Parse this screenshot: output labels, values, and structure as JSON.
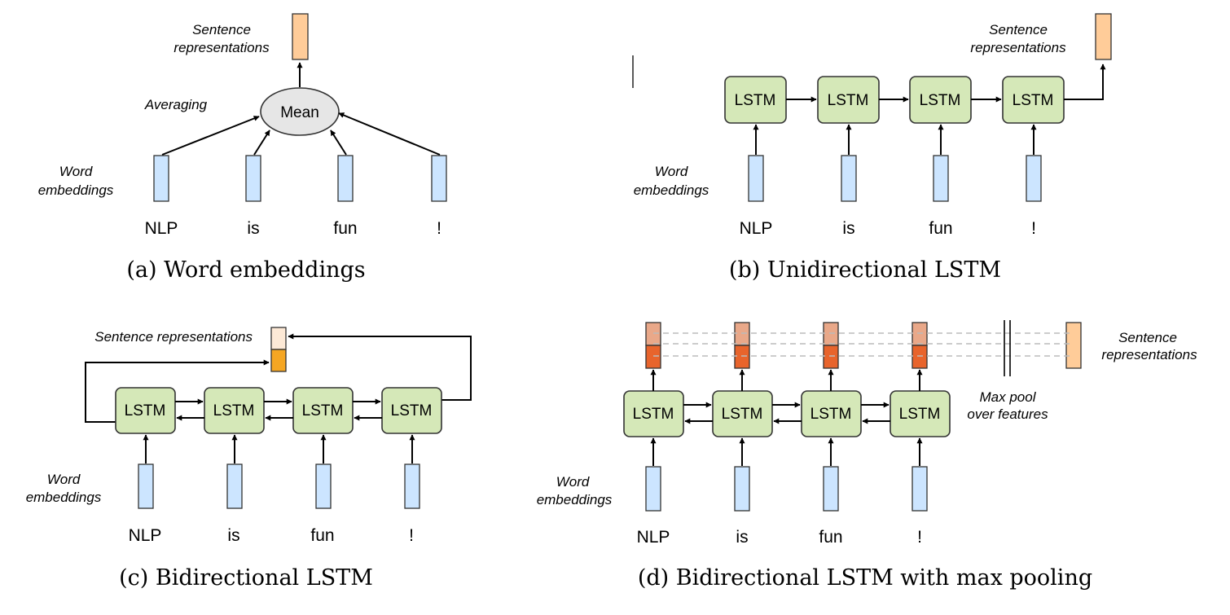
{
  "colors": {
    "lstm_fill": "#d5e8b8",
    "embedding_fill": "#cce5ff",
    "sentence_rep_fill": "#ffcc99",
    "mean_fill": "#e6e6e6",
    "bi_top_fill": "#fde9d6",
    "bi_bottom_fill": "#f5a623",
    "maxpool_top_fill": "#e9a889",
    "maxpool_bottom_fill": "#e8642c"
  },
  "words": [
    "NLP",
    "is",
    "fun",
    "!"
  ],
  "panel_a": {
    "sentence_label_1": "Sentence",
    "sentence_label_2": "representations",
    "averaging_label": "Averaging",
    "mean_label": "Mean",
    "embeddings_label_1": "Word",
    "embeddings_label_2": "embeddings",
    "caption": "(a) Word embeddings"
  },
  "panel_b": {
    "sentence_label_1": "Sentence",
    "sentence_label_2": "representations",
    "lstm_label": "LSTM",
    "embeddings_label_1": "Word",
    "embeddings_label_2": "embeddings",
    "caption": "(b) Unidirectional LSTM"
  },
  "panel_c": {
    "sentence_label": "Sentence representations",
    "lstm_label": "LSTM",
    "embeddings_label_1": "Word",
    "embeddings_label_2": "embeddings",
    "caption": "(c) Bidirectional LSTM"
  },
  "panel_d": {
    "sentence_label_1": "Sentence",
    "sentence_label_2": "representations",
    "maxpool_label_1": "Max pool",
    "maxpool_label_2": "over features",
    "lstm_label": "LSTM",
    "embeddings_label_1": "Word",
    "embeddings_label_2": "embeddings",
    "caption": "(d) Bidirectional LSTM with max pooling"
  }
}
